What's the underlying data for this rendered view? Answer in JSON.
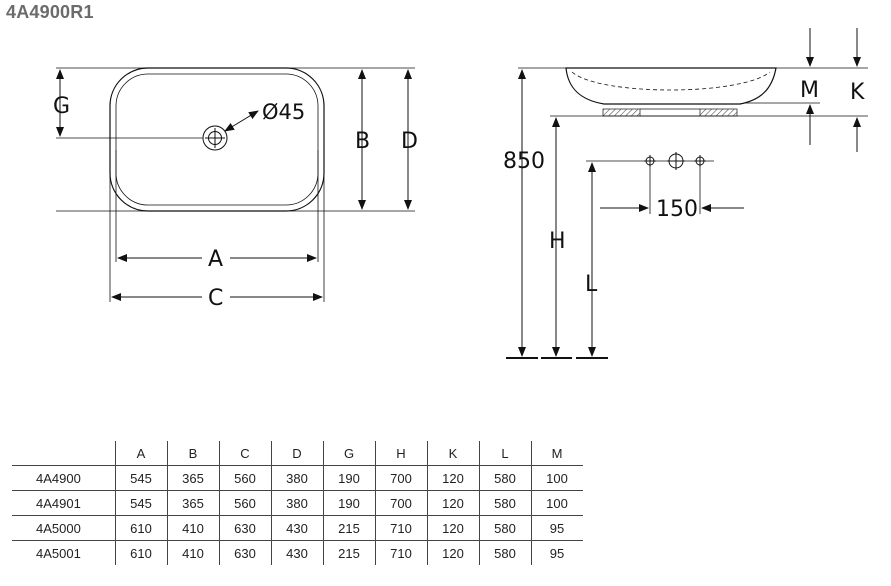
{
  "title": "4A4900R1",
  "plan_view": {
    "labels": {
      "g": "G",
      "b": "B",
      "d": "D",
      "a": "A",
      "c": "C",
      "hole": "Ø45"
    }
  },
  "side_view": {
    "labels": {
      "m": "M",
      "k": "K",
      "h850": "850",
      "h": "H",
      "l": "L",
      "spacing": "150"
    }
  },
  "table": {
    "headers": [
      "",
      "A",
      "B",
      "C",
      "D",
      "G",
      "H",
      "K",
      "L",
      "M"
    ],
    "rows": [
      [
        "4A4900",
        "545",
        "365",
        "560",
        "380",
        "190",
        "700",
        "120",
        "580",
        "100"
      ],
      [
        "4A4901",
        "545",
        "365",
        "560",
        "380",
        "190",
        "700",
        "120",
        "580",
        "100"
      ],
      [
        "4A5000",
        "610",
        "410",
        "630",
        "430",
        "215",
        "710",
        "120",
        "580",
        "95"
      ],
      [
        "4A5001",
        "610",
        "410",
        "630",
        "430",
        "215",
        "710",
        "120",
        "580",
        "95"
      ]
    ]
  }
}
